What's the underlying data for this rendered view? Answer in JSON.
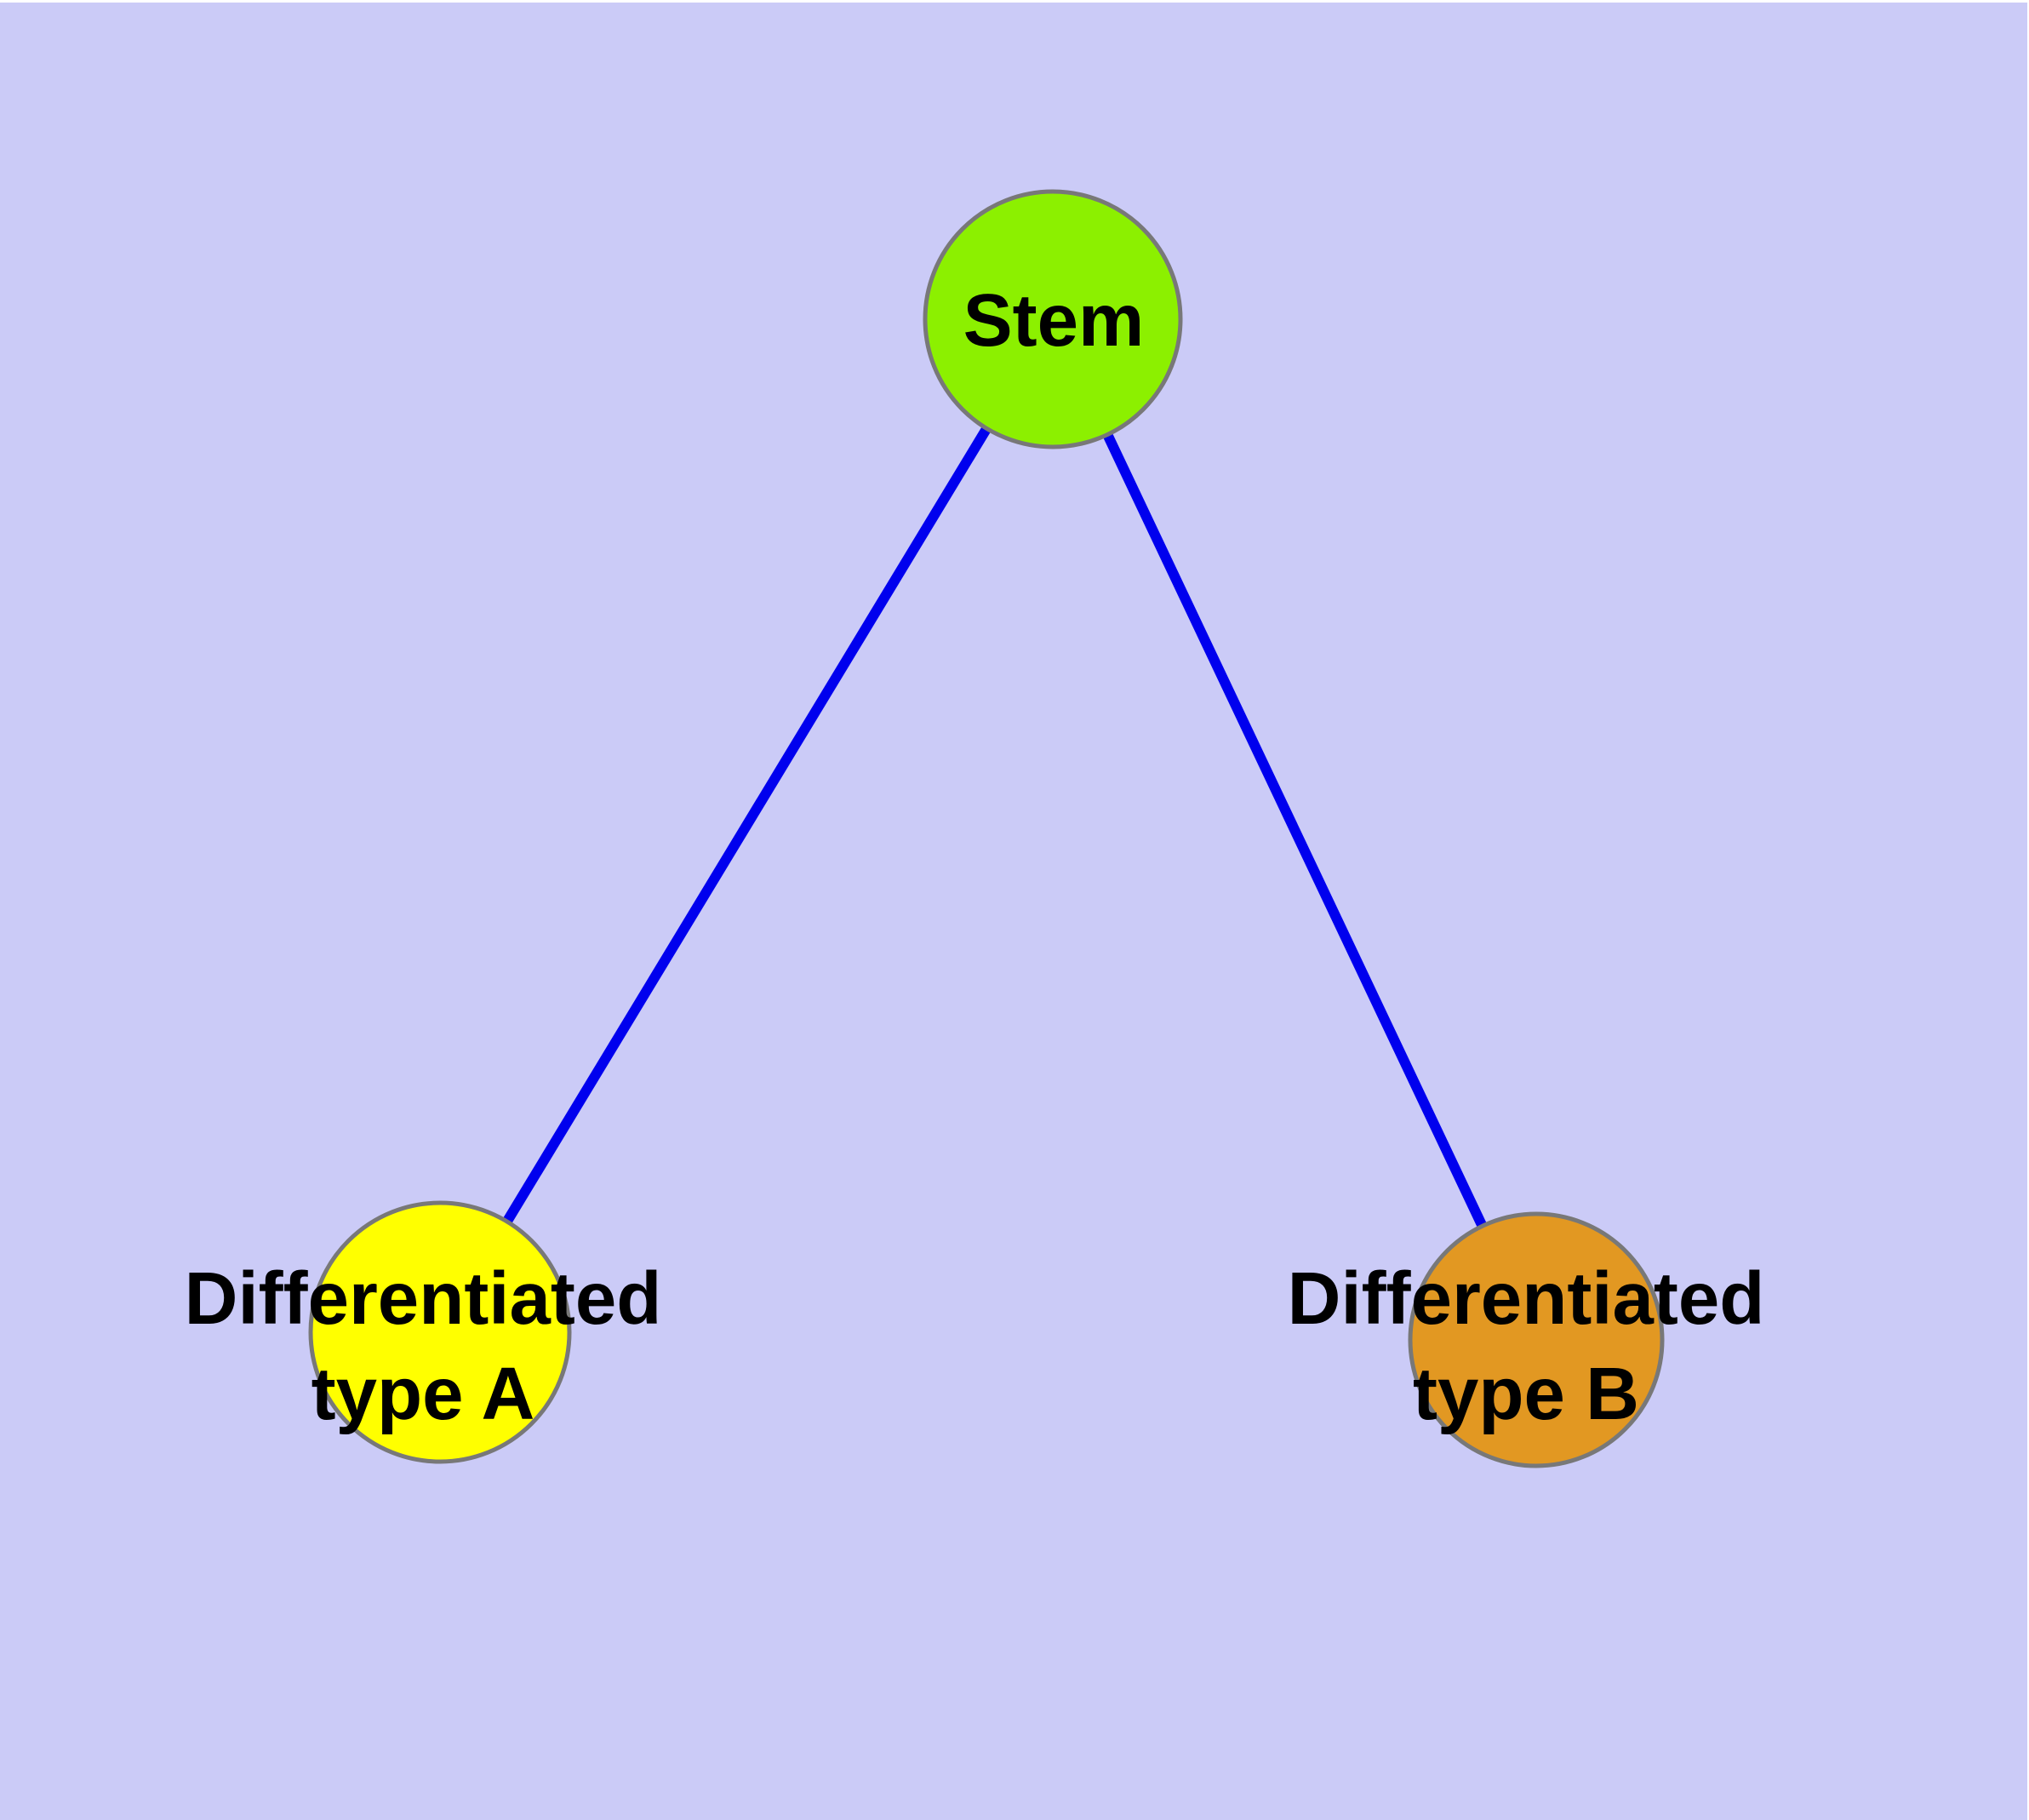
{
  "diagram": {
    "type": "graph",
    "description_labels": {
      "stem": "Stem",
      "typeA_line1": "Differentiated",
      "typeA_line2": "type A",
      "typeB_line1": "Differentiated",
      "typeB_line2": "type B"
    },
    "nodes": {
      "stem": {
        "label": "Stem",
        "fill": "#8CF000"
      },
      "typeA": {
        "label_line1": "Differentiated",
        "label_line2": "type A",
        "fill": "#FFFF00"
      },
      "typeB": {
        "label_line1": "Differentiated",
        "label_line2": "type B",
        "fill": "#E29822"
      }
    },
    "edges": [
      {
        "from": "stem",
        "to": "typeA"
      },
      {
        "from": "stem",
        "to": "typeB"
      }
    ],
    "colors": {
      "page": "#FFFFFF",
      "background": "#CBCBF7",
      "edge": "#0000EE",
      "node_border": "#787878",
      "label_text": "#000000"
    }
  }
}
